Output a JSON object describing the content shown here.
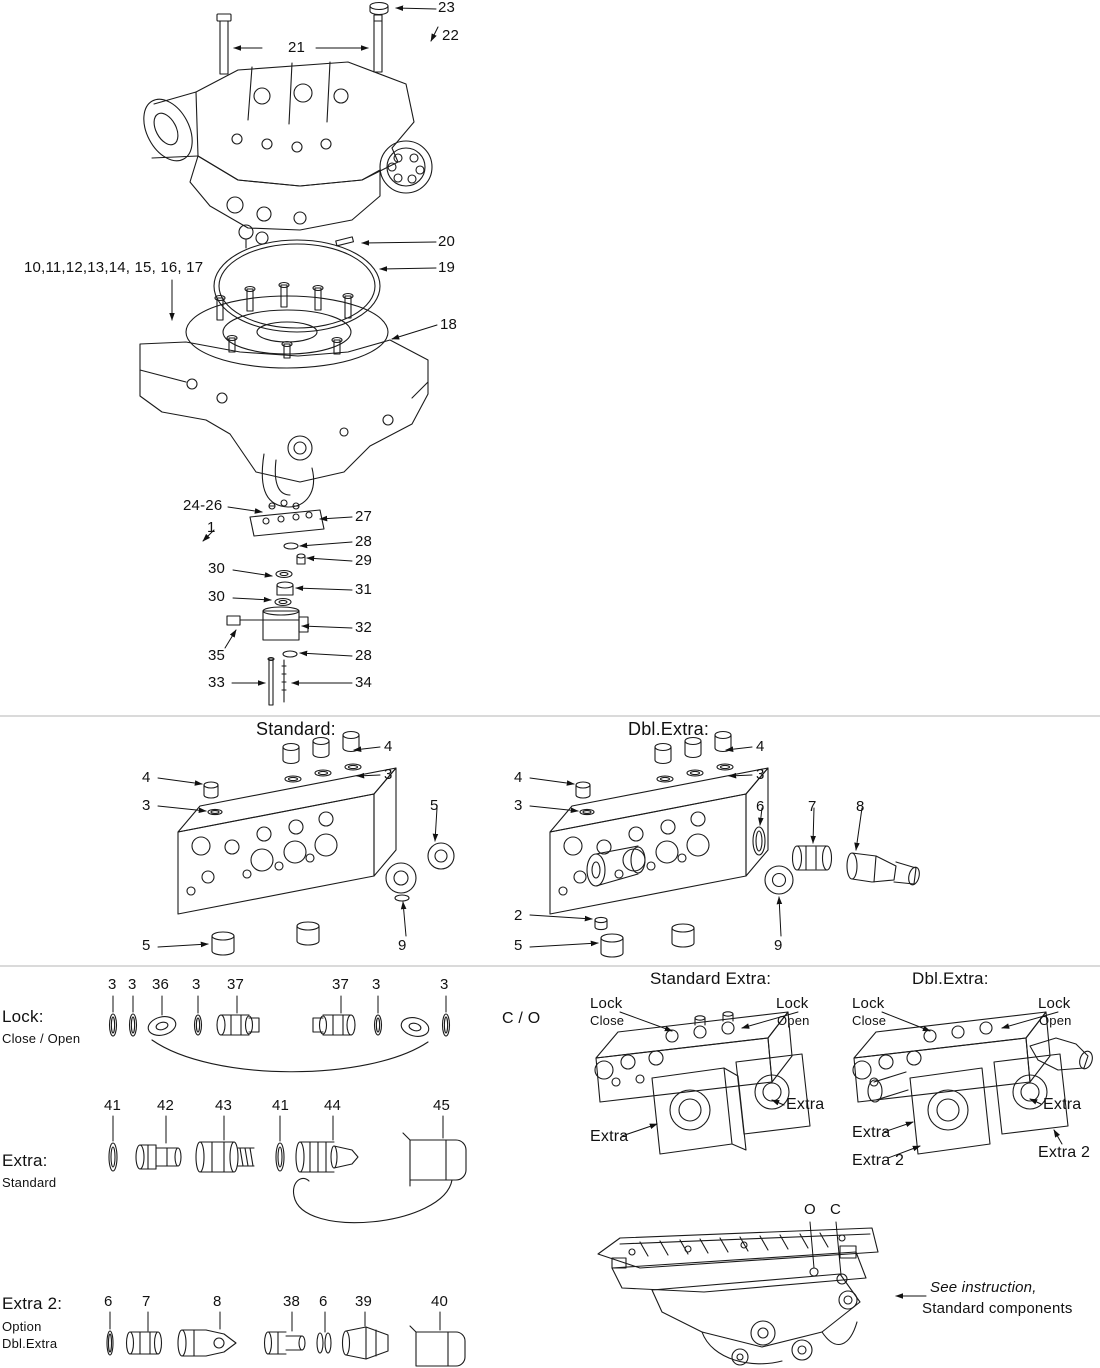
{
  "top": {
    "group_label": "10,11,12,13,14, 15, 16, 17",
    "callouts": {
      "c23": "23",
      "c22": "22",
      "c21": "21",
      "c20": "20",
      "c19": "19",
      "c18": "18",
      "c24_26": "24-26",
      "c1": "1",
      "c27": "27",
      "c28a": "28",
      "c29": "29",
      "c30a": "30",
      "c30b": "30",
      "c31": "31",
      "c32": "32",
      "c35": "35",
      "c28b": "28",
      "c33": "33",
      "c34": "34"
    }
  },
  "middle": {
    "standard": {
      "title": "Standard:",
      "c4_top": "4",
      "c3_top": "3",
      "c4_left": "4",
      "c3_left": "3",
      "c5_side": "5",
      "c5_bottom": "5",
      "c9": "9"
    },
    "dbl_extra": {
      "title": "Dbl.Extra:",
      "c4_top": "4",
      "c3_top": "3",
      "c4_left": "4",
      "c3_left": "3",
      "c6": "6",
      "c7": "7",
      "c8": "8",
      "c2": "2",
      "c5_bottom": "5",
      "c9": "9"
    }
  },
  "bottom": {
    "lock": {
      "label": "Lock:",
      "sublabel": "Close / Open",
      "callouts": [
        "3",
        "3",
        "36",
        "3",
        "37",
        "37",
        "3",
        "3"
      ]
    },
    "extra": {
      "label": "Extra:",
      "sublabel": "Standard",
      "callouts": [
        "41",
        "42",
        "43",
        "41",
        "44",
        "45"
      ]
    },
    "extra2": {
      "label": "Extra 2:",
      "sublabel_1": "Option",
      "sublabel_2": "Dbl.Extra",
      "callouts": [
        "6",
        "7",
        "8",
        "38",
        "6",
        "39",
        "40"
      ]
    },
    "co_label": "C / O",
    "standard_extra": {
      "title": "Standard Extra:",
      "lock_close_1": "Lock",
      "lock_close_2": "Close",
      "lock_open_1": "Lock",
      "lock_open_2": "Open",
      "extra_right": "Extra",
      "extra_left": "Extra"
    },
    "dbl_extra": {
      "title": "Dbl.Extra:",
      "lock_close_1": "Lock",
      "lock_close_2": "Close",
      "lock_open_1": "Lock",
      "lock_open_2": "Open",
      "extra_right": "Extra",
      "extra_left": "Extra",
      "extra2_left": "Extra 2",
      "extra2_right": "Extra 2"
    },
    "instruction": {
      "o": "O",
      "c": "C",
      "line1": "See instruction,",
      "line2": "Standard components"
    }
  }
}
